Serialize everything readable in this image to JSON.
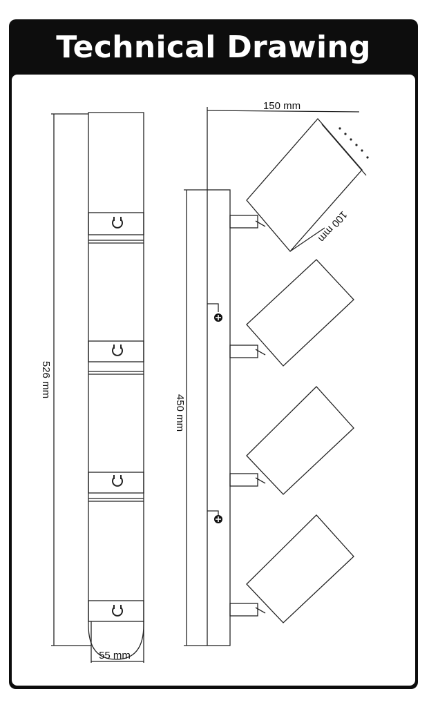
{
  "title": "Technical Drawing",
  "dimensions": {
    "length_total": "526 mm",
    "width_base": "55 mm",
    "mount_spacing": "450 mm",
    "head_depth": "150 mm",
    "head_diameter": "100 mm"
  },
  "colors": {
    "frame": "#0d0d0d",
    "line": "#222222",
    "background": "#ffffff"
  },
  "parts": {
    "keyhole_mounts": 4,
    "spotlight_heads": 4,
    "screw_icons": 2
  }
}
